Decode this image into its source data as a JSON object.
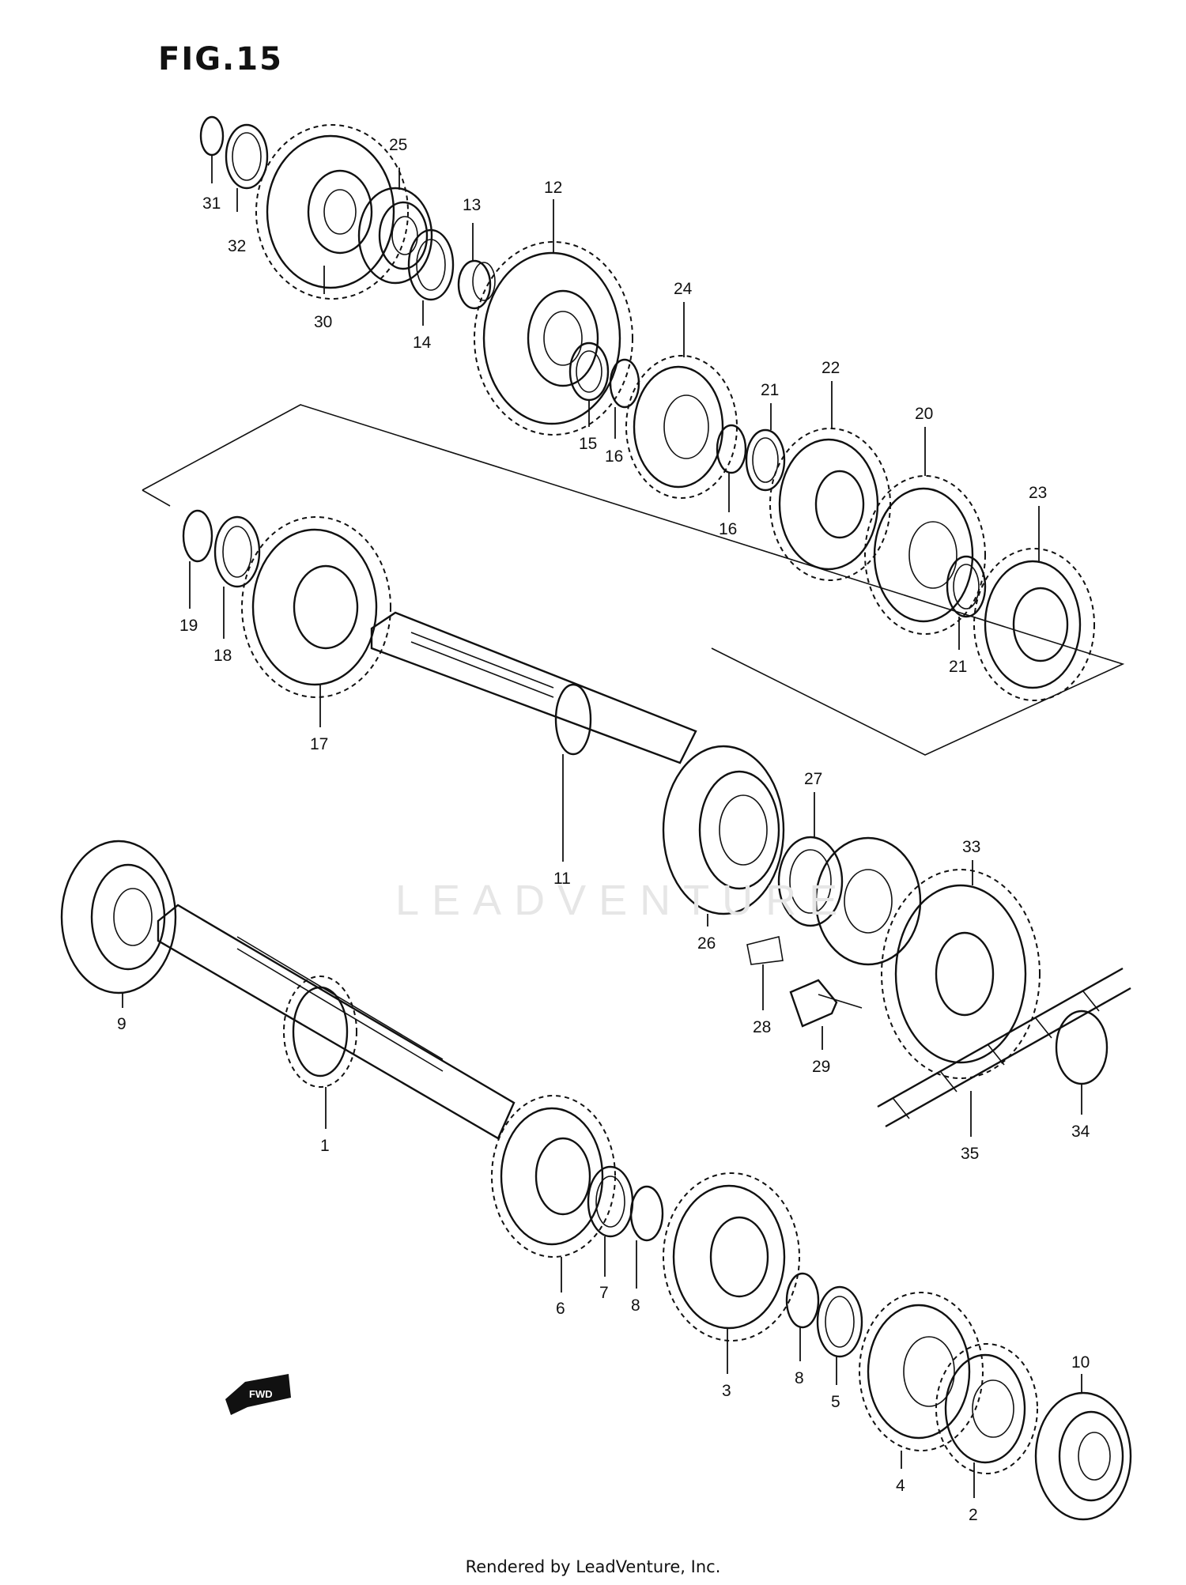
{
  "figure": {
    "title": "FIG.15"
  },
  "watermark": "LEADVENTURE",
  "footer": "Rendered by LeadVenture, Inc.",
  "direction_marker": "FWD",
  "callouts": [
    {
      "id": "31",
      "label": "31"
    },
    {
      "id": "32",
      "label": "32"
    },
    {
      "id": "30",
      "label": "30"
    },
    {
      "id": "25",
      "label": "25"
    },
    {
      "id": "14",
      "label": "14"
    },
    {
      "id": "13",
      "label": "13"
    },
    {
      "id": "12",
      "label": "12"
    },
    {
      "id": "15",
      "label": "15"
    },
    {
      "id": "16a",
      "label": "16"
    },
    {
      "id": "24",
      "label": "24"
    },
    {
      "id": "21a",
      "label": "21"
    },
    {
      "id": "16b",
      "label": "16"
    },
    {
      "id": "22",
      "label": "22"
    },
    {
      "id": "20",
      "label": "20"
    },
    {
      "id": "23",
      "label": "23"
    },
    {
      "id": "21b",
      "label": "21"
    },
    {
      "id": "19",
      "label": "19"
    },
    {
      "id": "18",
      "label": "18"
    },
    {
      "id": "17",
      "label": "17"
    },
    {
      "id": "11",
      "label": "11"
    },
    {
      "id": "27",
      "label": "27"
    },
    {
      "id": "33",
      "label": "33"
    },
    {
      "id": "26",
      "label": "26"
    },
    {
      "id": "28",
      "label": "28"
    },
    {
      "id": "29",
      "label": "29"
    },
    {
      "id": "34",
      "label": "34"
    },
    {
      "id": "35",
      "label": "35"
    },
    {
      "id": "9",
      "label": "9"
    },
    {
      "id": "1",
      "label": "1"
    },
    {
      "id": "6",
      "label": "6"
    },
    {
      "id": "7",
      "label": "7"
    },
    {
      "id": "8a",
      "label": "8"
    },
    {
      "id": "3",
      "label": "3"
    },
    {
      "id": "8b",
      "label": "8"
    },
    {
      "id": "5",
      "label": "5"
    },
    {
      "id": "4",
      "label": "4"
    },
    {
      "id": "2",
      "label": "2"
    },
    {
      "id": "10",
      "label": "10"
    }
  ]
}
